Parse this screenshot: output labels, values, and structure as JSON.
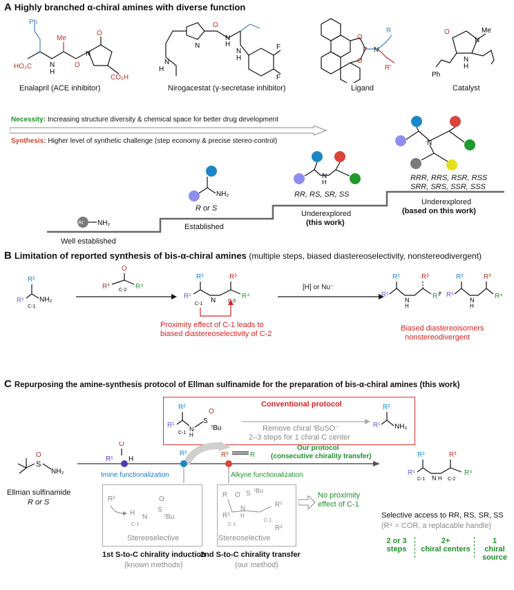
{
  "sectionA": {
    "letter": "A",
    "title": "Highly branched α-chiral amines with diverse function",
    "molecules": [
      {
        "name": "Enalapril (ACE inhibitor)"
      },
      {
        "name": "Nirogacestat (γ-secretase inhibitor)"
      },
      {
        "name": "Ligand"
      },
      {
        "name": "Catalyst"
      }
    ],
    "necessity_label": "Necessity:",
    "necessity_text": "Increasing structure diversity & chemical space for better drug development",
    "synthesis_label": "Synthesis:",
    "synthesis_text": "Higher level of synthetic challenge (step economy & precise stereo-control)",
    "stairs": [
      {
        "label": "Well established",
        "formula": "Ar—NH₂"
      },
      {
        "label": "Established",
        "sub": "R or S",
        "formula": "NH₂"
      },
      {
        "label": "Underexplored",
        "label2": "(this work)",
        "sub": "RR, RS, SR, SS"
      },
      {
        "label": "Underexplored",
        "label2": "(based on this work)",
        "sub": "RRR, RRS, RSR, RSS",
        "sub2": "SRR, SRS, SSR, SSS"
      }
    ],
    "colors": {
      "blue": "#1b87c8",
      "lavender": "#8e8ef0",
      "red": "#d9443b",
      "green": "#1f9a2e",
      "gray": "#7a7a7a",
      "yellow": "#e3e21a"
    }
  },
  "sectionB": {
    "letter": "B",
    "title": "Limitation of reported synthesis of bis-α-chiral amines",
    "title_rest": "(multiple steps, biased diastereoselectivity, nonstereodivergent)",
    "reagent": "[H] or Nu⁻",
    "proximity_note1": "Proximity effect of C-1 leads to",
    "proximity_note2": "biased diastereoselectivity of C-2",
    "biased1": "Biased diastereoisomers",
    "biased2": "nonstereodivergent",
    "plus": "+"
  },
  "sectionC": {
    "letter": "C",
    "title": "Repurposing the amine-synthesis protocol of Ellman sulfinamide for the preparation of bis-α-chiral amines (this work)",
    "conventional": "Conventional protocol",
    "remove_chiral": "Remove chiral ᵗBuSO⁻",
    "steps_note": "2–3 steps for 1 chiral C center",
    "imine_func": "Imine functionalization",
    "alkyne_func": "Alkyne functionalization",
    "our_protocol": "Our protocol",
    "consecutive": "(consecutive chirality transfer)",
    "ellman1": "Ellman sulfinamide",
    "ellman2": "R or S",
    "stereoselective": "Stereoselective",
    "first_transfer": "1st S-to-C chirality induction",
    "first_sub": "(known methods)",
    "second_transfer": "2nd S-to-C chirality transfer",
    "second_sub": "(our method)",
    "no_prox1": "No proximity",
    "no_prox2": "effect of C-1",
    "selective": "Selective access to RR, RS, SR, SS",
    "r4_note": "(R⁴ = COR, a replacable handle)",
    "stat1a": "2 or 3",
    "stat1b": "steps",
    "stat2a": "2+",
    "stat2b": "chiral centers",
    "stat3a": "1",
    "stat3b": "chiral source"
  }
}
